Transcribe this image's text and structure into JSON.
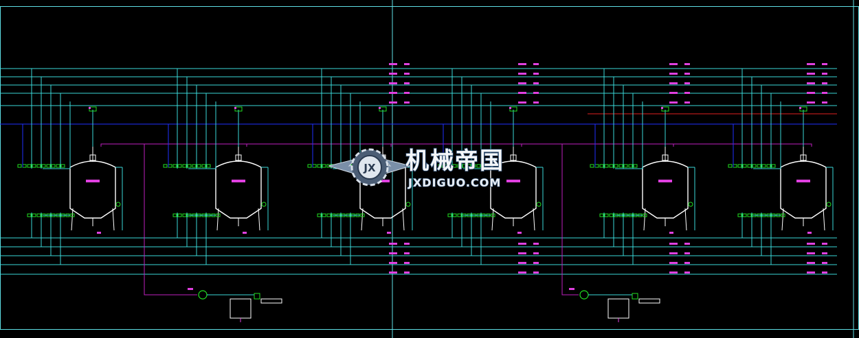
{
  "watermark": {
    "title": "机械帝国",
    "subtitle": "JXDIGUO.COM",
    "logo_letters": "JX"
  },
  "colors": {
    "background": "#000000",
    "frame": "#5fe0e6",
    "pipe_cyan": "#3ad9d9",
    "pipe_blue": "#2030ff",
    "pipe_red": "#e02020",
    "pipe_magenta": "#c020c0",
    "tag_green": "#22e022",
    "tag_magenta": "#e040e0",
    "equipment": "#ffffff"
  },
  "icons": {
    "watermark_logo": "gear-wings-logo-icon",
    "pump": "pump-icon",
    "valve": "valve-icon"
  }
}
